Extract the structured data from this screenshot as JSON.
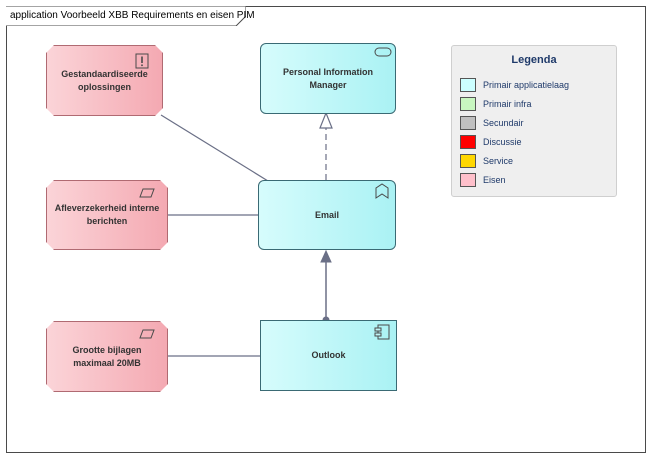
{
  "diagram": {
    "title": "application Voorbeeld XBB Requirements en eisen PIM"
  },
  "nodes": {
    "gestandaardiseerde": {
      "label": "Gestandaardiseerde oplossingen",
      "icon": "principle-icon"
    },
    "afleverzekerheid": {
      "label": "Afleverzekerheid interne berichten",
      "icon": "requirement-icon"
    },
    "grootte": {
      "label": "Grootte bijlagen maximaal 20MB",
      "icon": "requirement-icon"
    },
    "pim": {
      "label": "Personal Information Manager",
      "icon": "application-service-icon"
    },
    "email": {
      "label": "Email",
      "icon": "application-function-icon"
    },
    "outlook": {
      "label": "Outlook",
      "icon": "application-component-icon"
    }
  },
  "relations": [
    {
      "from": "Email",
      "to": "Personal Information Manager",
      "type": "realization"
    },
    {
      "from": "Outlook",
      "to": "Email",
      "type": "assignment"
    },
    {
      "from": "Gestandaardiseerde oplossingen",
      "to": "Email",
      "type": "association"
    },
    {
      "from": "Afleverzekerheid interne berichten",
      "to": "Email",
      "type": "association"
    },
    {
      "from": "Grootte bijlagen maximaal 20MB",
      "to": "Outlook",
      "type": "association"
    }
  ],
  "legend": {
    "title": "Legenda",
    "items": [
      {
        "label": "Primair applicatielaag",
        "color": "#ccffff"
      },
      {
        "label": "Primair infra",
        "color": "#c8f7c0"
      },
      {
        "label": "Secundair",
        "color": "#c0c0c0"
      },
      {
        "label": "Discussie",
        "color": "#ff0000"
      },
      {
        "label": "Service",
        "color": "#ffd700"
      },
      {
        "label": "Eisen",
        "color": "#ffc0cb"
      }
    ]
  }
}
